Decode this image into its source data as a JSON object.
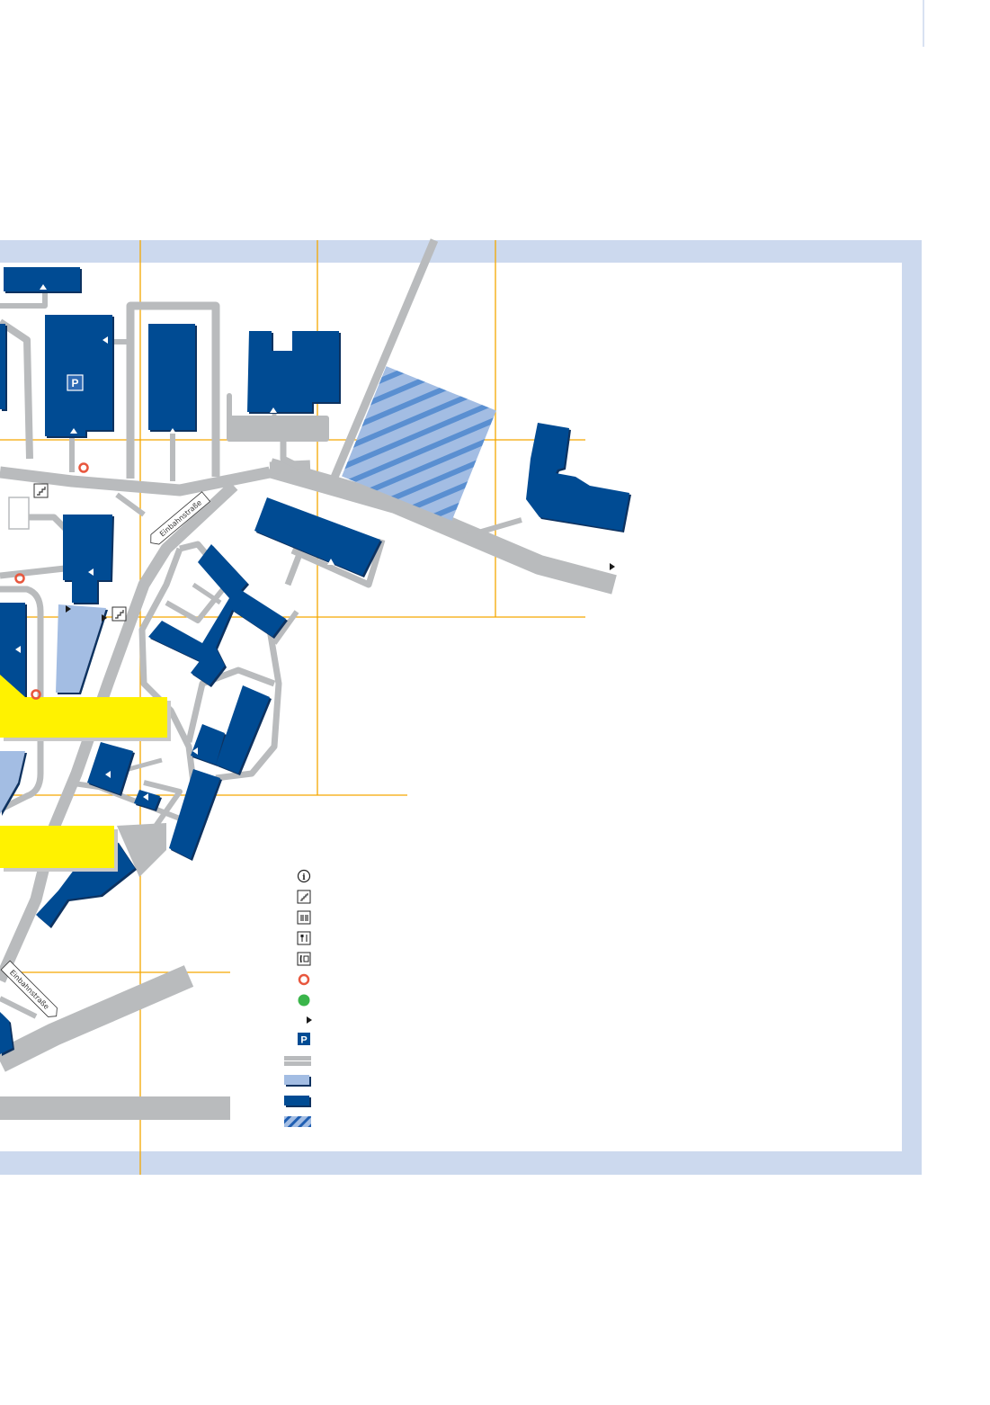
{
  "map": {
    "street_labels": [
      {
        "id": "einbahnstrasse-upper",
        "text": "Einbahnstraße"
      },
      {
        "id": "einbahnstrasse-lower",
        "text": "Einbahnstraße"
      }
    ],
    "parking_letter": "P",
    "legend": [
      {
        "key": "info",
        "icon": "info-icon",
        "label": ""
      },
      {
        "key": "stairs",
        "icon": "stairs-icon",
        "label": ""
      },
      {
        "key": "toilets",
        "icon": "toilet-icon",
        "label": ""
      },
      {
        "key": "restaurant",
        "icon": "cutlery-icon",
        "label": ""
      },
      {
        "key": "phone",
        "icon": "phone-icon",
        "label": ""
      },
      {
        "key": "red-circle",
        "icon": "red-ring-icon",
        "label": ""
      },
      {
        "key": "green-dot",
        "icon": "green-dot-icon",
        "label": ""
      },
      {
        "key": "entrance",
        "icon": "entrance-arrow-icon",
        "label": ""
      },
      {
        "key": "parking",
        "icon": "parking-icon",
        "label": ""
      },
      {
        "key": "road",
        "icon": "road-swatch",
        "label": ""
      },
      {
        "key": "light-building",
        "icon": "light-building-swatch",
        "label": ""
      },
      {
        "key": "building",
        "icon": "building-swatch",
        "label": ""
      },
      {
        "key": "hatched-area",
        "icon": "hatched-swatch",
        "label": ""
      }
    ],
    "colors": {
      "frame": "#ccd9ee",
      "building": "#004b93",
      "building_shadow": "#0a3260",
      "building_light": "#a3bde3",
      "road": "#b9bbbd",
      "grid": "#f5a800",
      "callout": "#fff200",
      "ring": "#e8573e",
      "green": "#3ab54a"
    }
  }
}
